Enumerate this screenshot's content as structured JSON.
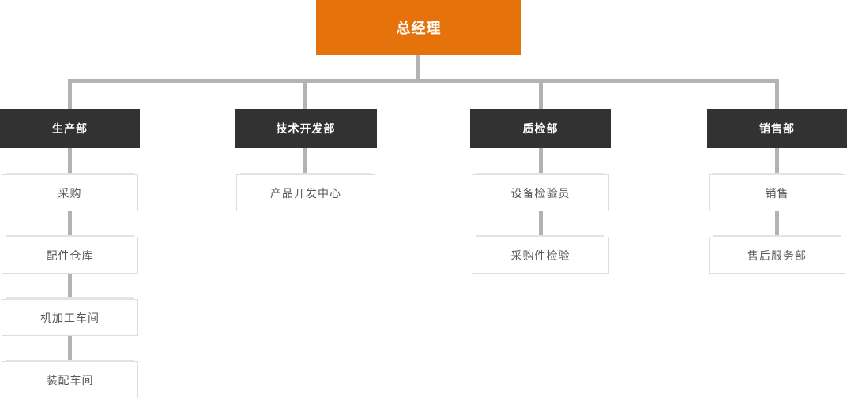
{
  "colors": {
    "root_bg": "#e6720c",
    "dept_bg": "#323232",
    "connector": "#b3b3b3",
    "leaf_border": "#dddddd",
    "leaf_text": "#595959",
    "root_text": "#ffffff",
    "dept_text": "#ffffff",
    "background": "#ffffff"
  },
  "org_chart": {
    "root": {
      "label": "总经理"
    },
    "departments": [
      {
        "label": "生产部",
        "children": [
          "采购",
          "配件仓库",
          "机加工车间",
          "装配车间"
        ]
      },
      {
        "label": "技术开发部",
        "children": [
          "产品开发中心"
        ]
      },
      {
        "label": "质检部",
        "children": [
          "设备检验员",
          "采购件检验"
        ]
      },
      {
        "label": "销售部",
        "children": [
          "销售",
          "售后服务部"
        ]
      }
    ]
  }
}
